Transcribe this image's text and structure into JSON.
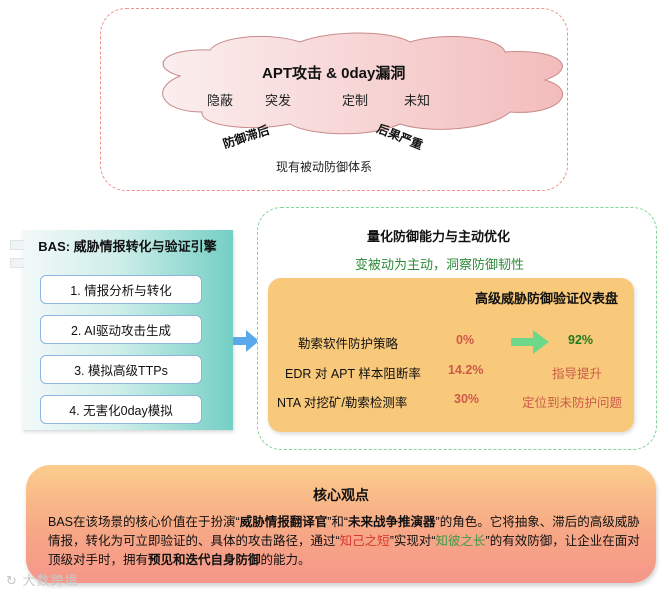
{
  "threat": {
    "cloud_title": "APT攻击 & 0day漏洞",
    "tags": [
      "隐蔽",
      "突发",
      "定制",
      "未知"
    ],
    "left_effect": "防御滞后",
    "right_effect": "后果严重",
    "footer": "现有被动防御体系",
    "colors": {
      "border": "#f0928a",
      "cloud": "#f6c8c6"
    }
  },
  "bas": {
    "title": "BAS: 威胁情报转化与验证引擎",
    "steps": [
      "1. 情报分析与转化",
      "2. AI驱动攻击生成",
      "3. 模拟高级TTPs",
      "4. 无害化0day模拟"
    ],
    "colors": {
      "gradient_end": "#73cfc4",
      "step_border": "#8fb6dd"
    }
  },
  "flow_arrow": {
    "icon": "arrow-right-icon",
    "color": "#5aa9ea"
  },
  "quantify": {
    "title": "量化防御能力与主动优化",
    "subtitle": "变被动为主动，洞察防御韧性",
    "colors": {
      "border": "#7fd49a",
      "subtitle": "#2f8a3a"
    }
  },
  "dashboard": {
    "title": "高级威胁防御验证仪表盘",
    "rows": [
      {
        "label": "勒索软件防护策略",
        "value": "0%",
        "result": "92%",
        "has_arrow": true
      },
      {
        "label": "EDR 对 APT 样本阻断率",
        "value": "14.2%",
        "result": "指导提升"
      },
      {
        "label": "NTA 对挖矿/勒索检测率",
        "value": "30%",
        "result": "定位到未防护问题"
      }
    ],
    "colors": {
      "background": "#f9c97b",
      "value": "#cc5a4a",
      "good": "#1e7a1e",
      "arrow": "#6ed88a"
    }
  },
  "core": {
    "title": "核心观点",
    "p1": "BAS在该场景的核心价值在于扮演“",
    "b1": "威胁情报翻译官",
    "p2": "”和“",
    "b2": "未来战争推演器",
    "p3": "”的角色。它将抽象、滞后的高级威胁情报，转化为可立即验证的、具体的攻击路径，通过“",
    "red": "知己之短",
    "p4": "”实现对“",
    "green": "知彼之长",
    "p5": "”的有效防御，让企业在面对顶级对手时，拥有",
    "b3": "预见和迭代自身防御",
    "p6": "的能力。"
  },
  "watermark": "大数跨境"
}
